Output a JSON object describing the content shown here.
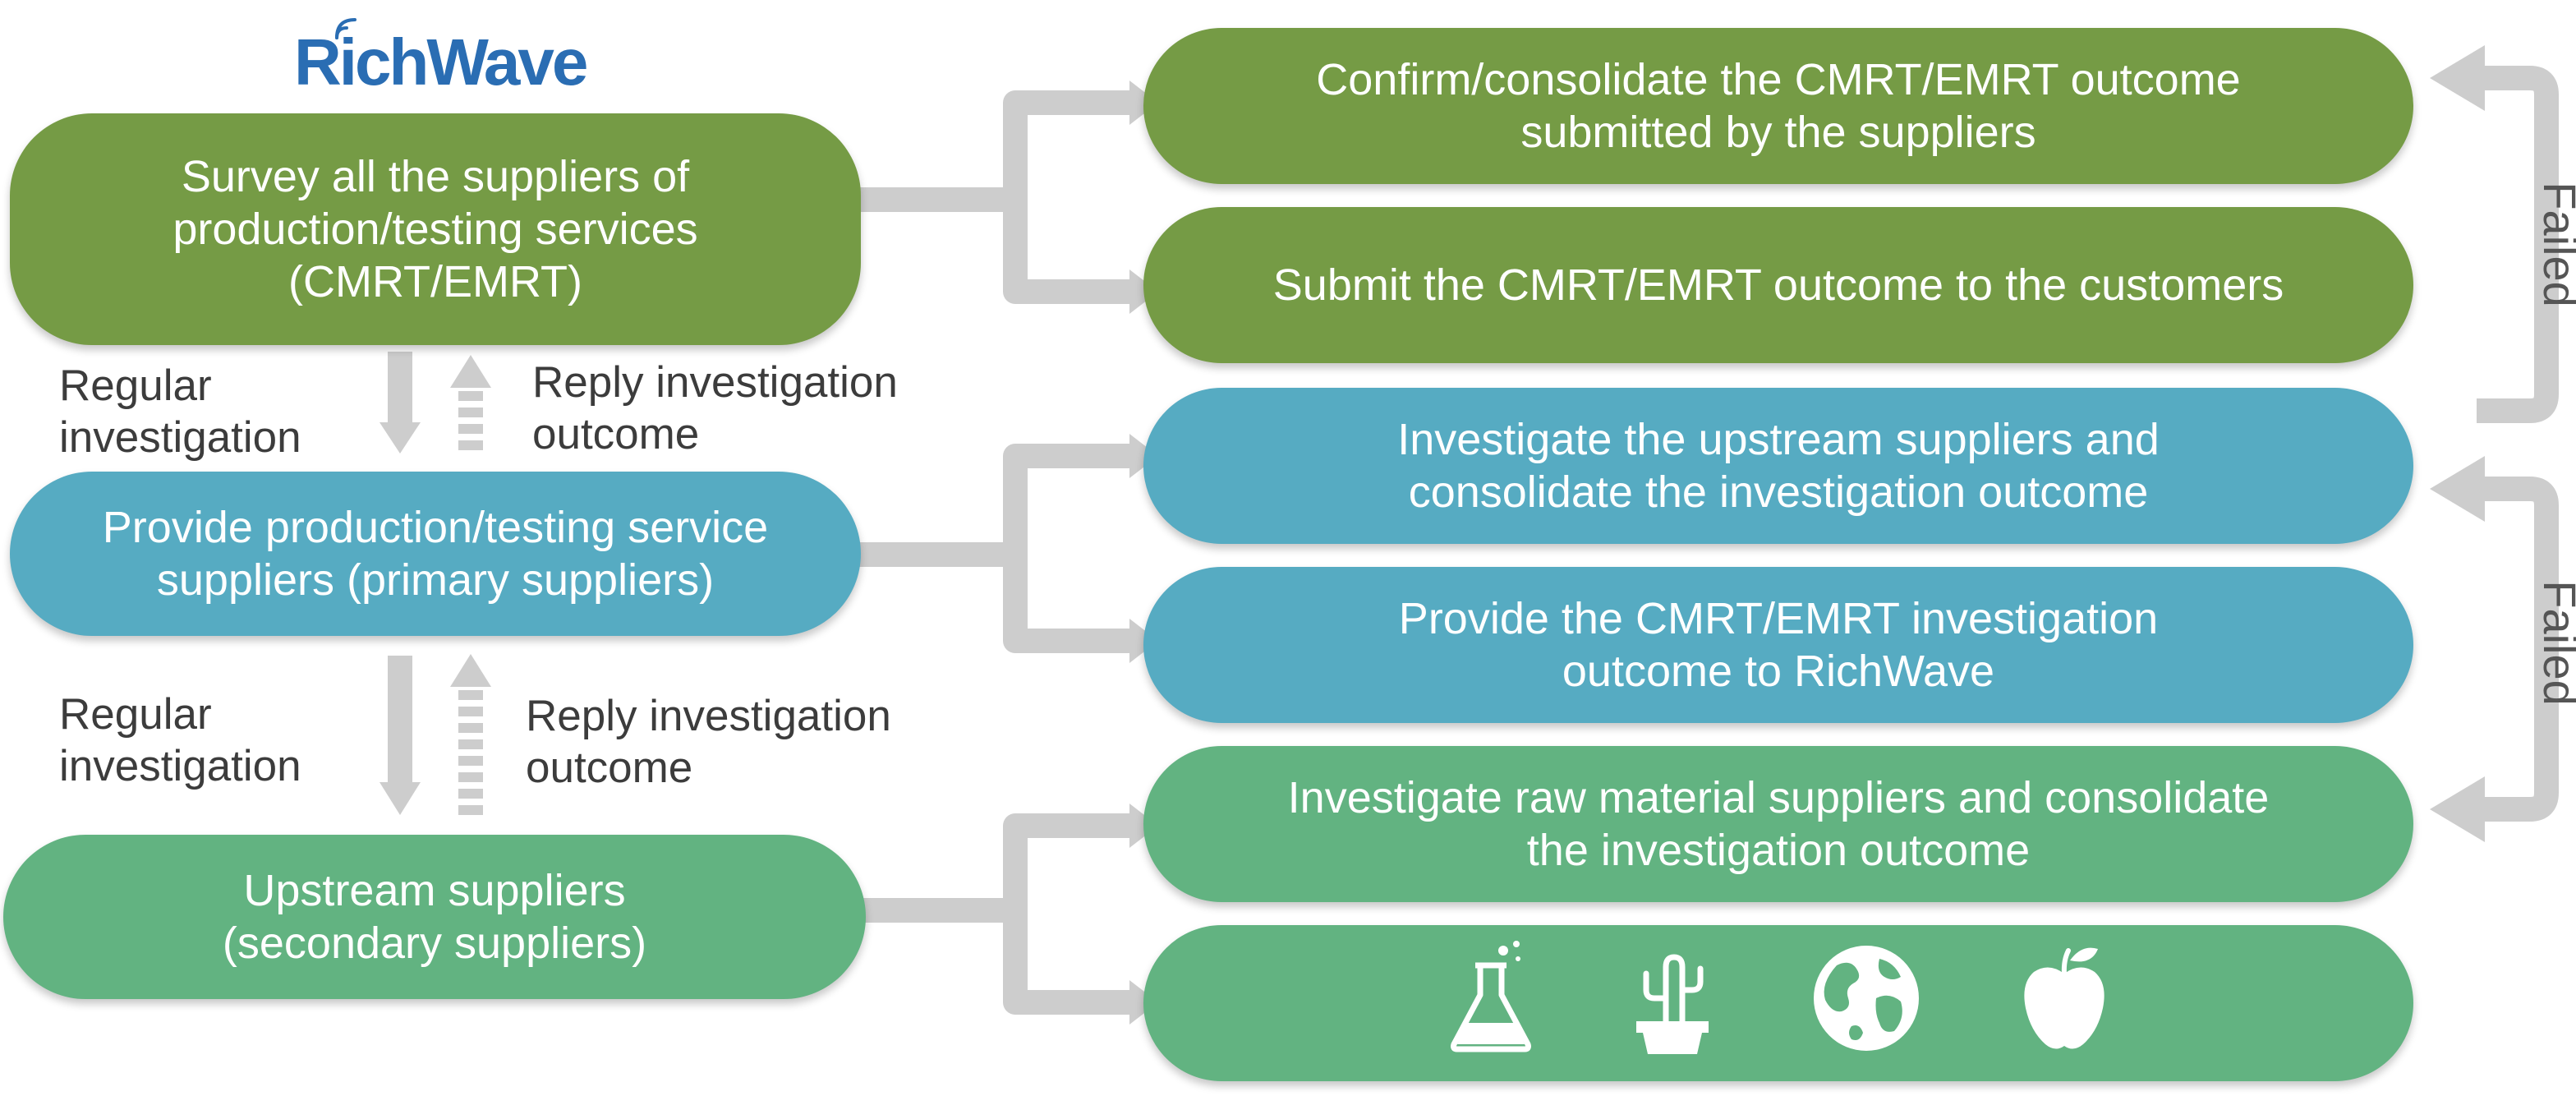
{
  "logo": {
    "text": "RichWave"
  },
  "left": {
    "survey": "Survey all the suppliers of\nproduction/testing services\n(CMRT/EMRT)",
    "primary": "Provide production/testing service\nsuppliers (primary suppliers)",
    "upstream": "Upstream suppliers\n(secondary suppliers)"
  },
  "labels": {
    "regular_1": "Regular\ninvestigation",
    "reply_1": "Reply investigation\noutcome",
    "regular_2": "Regular\ninvestigation",
    "reply_2": "Reply investigation\noutcome"
  },
  "right": {
    "confirm": "Confirm/consolidate the CMRT/EMRT outcome\nsubmitted by the suppliers",
    "submit": "Submit the CMRT/EMRT outcome to the customers",
    "investigate_upstream": "Investigate the upstream suppliers and\nconsolidate the investigation outcome",
    "provide_outcome": "Provide the CMRT/EMRT investigation\noutcome to RichWave",
    "investigate_raw": "Investigate raw material suppliers and consolidate\nthe investigation outcome"
  },
  "failed": {
    "top": "Failed",
    "bottom": "Failed"
  },
  "icons": [
    "flask-icon",
    "cactus-icon",
    "globe-icon",
    "apple-icon"
  ],
  "colors": {
    "olive": "#759b45",
    "teal": "#56abc2",
    "mint": "#62b381",
    "connector": "#cdcdcd",
    "logo": "#2a6db3"
  }
}
